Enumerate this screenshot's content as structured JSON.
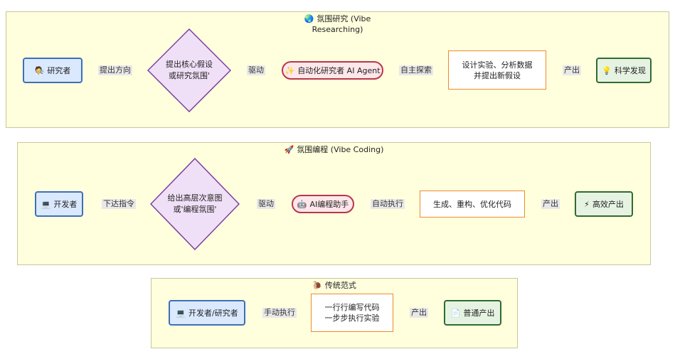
{
  "lanes": {
    "research": {
      "title_line1": "氛围研究 (Vibe",
      "title_line2": "Researching)",
      "icon": "globe-icon"
    },
    "coding": {
      "title": "氛围编程 (Vibe Coding)",
      "icon": "rocket-icon"
    },
    "traditional": {
      "title": "传统范式",
      "icon": "snail-icon"
    }
  },
  "research": {
    "researcher": "研究者",
    "decision_line1": "提出核心假设",
    "decision_line2": "或研究氛围'",
    "agent": "自动化研究者 AI Agent",
    "process_line1": "设计实验、分析数据",
    "process_line2": "并提出新假设",
    "output": "科学发现",
    "edge1": "提出方向",
    "edge2": "驱动",
    "edge3": "自主探索",
    "edge4": "产出"
  },
  "coding": {
    "developer": "开发者",
    "decision_line1": "给出高层次意图",
    "decision_line2": "或'编程氛围'",
    "agent": "AI编程助手",
    "process": "生成、重构、优化代码",
    "output": "高效产出",
    "edge1": "下达指令",
    "edge2": "驱动",
    "edge3": "自动执行",
    "edge4": "产出"
  },
  "traditional": {
    "actor": "开发者/研究者",
    "process_line1": "一行行编写代码",
    "process_line2": "一步步执行实验",
    "output": "普通产出",
    "edge1": "手动执行",
    "edge2": "产出"
  },
  "colors": {
    "lane_fill": "#ffffde",
    "actor_fill": "#dbe9ff",
    "actor_border": "#3d6fb6",
    "decision_fill": "#f0e0f7",
    "decision_border": "#7b3f9e",
    "agent_fill": "#fde7ea",
    "agent_border": "#b7374b",
    "process_border": "#f08a2a",
    "output_fill": "#e6f3e2",
    "output_border": "#2f6b2f"
  }
}
